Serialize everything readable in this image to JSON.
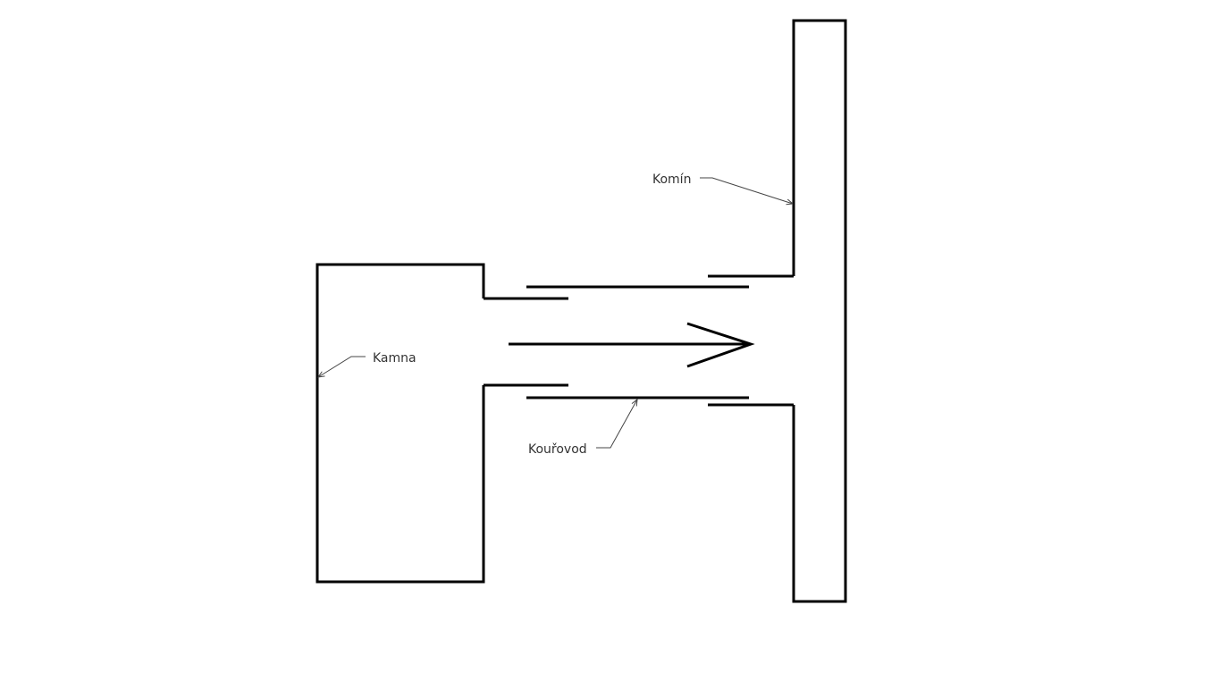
{
  "labels": {
    "chimney": "Komín",
    "stove": "Kamna",
    "flue_pipe": "Kouřovod"
  },
  "colors": {
    "line": "#000000",
    "leader": "#444444",
    "text": "#333333",
    "background": "#ffffff"
  },
  "icons": {
    "flow_arrow": "arrow-right-icon"
  }
}
